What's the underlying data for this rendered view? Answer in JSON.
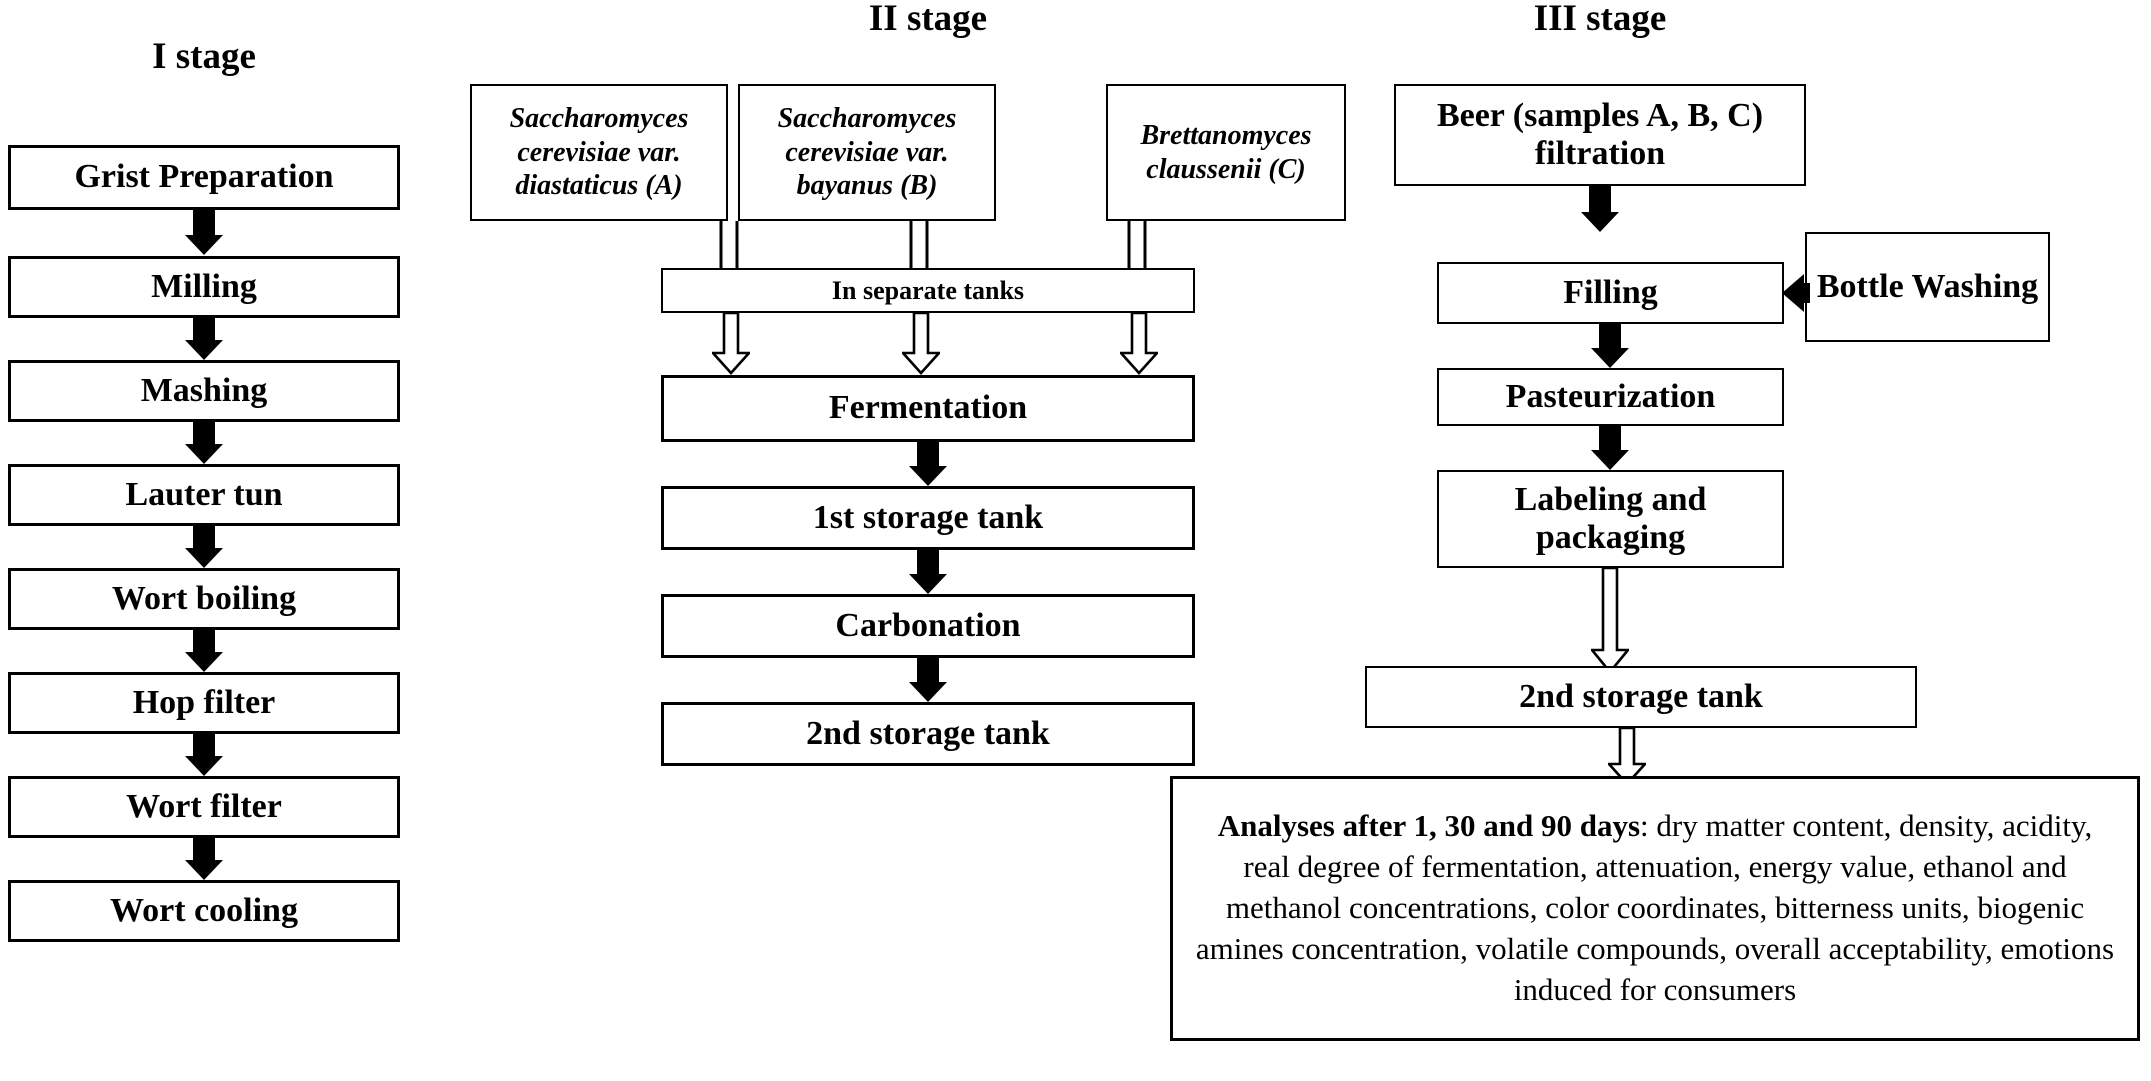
{
  "diagram": {
    "title_I": "I stage",
    "title_II": "II stage",
    "title_III": "III stage"
  },
  "stage1": {
    "steps": [
      {
        "label": "Grist Preparation"
      },
      {
        "label": "Milling"
      },
      {
        "label": "Mashing"
      },
      {
        "label": "Lauter tun"
      },
      {
        "label": "Wort boiling"
      },
      {
        "label": "Hop filter"
      },
      {
        "label": "Wort filter"
      },
      {
        "label": "Wort cooling"
      }
    ]
  },
  "stage2": {
    "yeasts": [
      {
        "label": "Saccharomyces cerevisiae var. diastaticus (A)"
      },
      {
        "label": "Saccharomyces cerevisiae var. bayanus (B)"
      },
      {
        "label": "Brettanomyces claussenii (C)"
      }
    ],
    "separate_tanks": "In separate tanks",
    "steps": [
      {
        "label": "Fermentation"
      },
      {
        "label": "1st storage tank"
      },
      {
        "label": "Carbonation"
      },
      {
        "label": "2nd storage tank"
      }
    ]
  },
  "stage3": {
    "filtration": "Beer (samples A, B, C) filtration",
    "filling": "Filling",
    "bottle_washing": "Bottle Washing",
    "pasteurization": "Pasteurization",
    "labeling": "Labeling and packaging",
    "storage": "2nd storage tank",
    "analyses_bold": "Analyses after 1, 30 and 90 days",
    "analyses_rest": ": dry matter content, density, acidity, real degree of fermentation, attenuation, energy value, ethanol and methanol concentrations, color coordinates, bitterness units, biogenic amines concentration, volatile compounds, overall acceptability, emotions induced for consumers"
  },
  "colors": {
    "stroke": "#000000",
    "background": "#ffffff"
  }
}
